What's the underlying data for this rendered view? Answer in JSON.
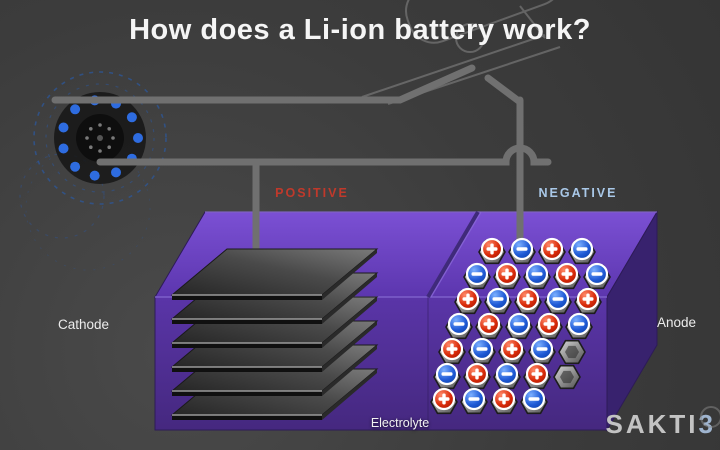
{
  "title": "How does a Li-ion battery work?",
  "terminals": {
    "positive": "POSITIVE",
    "negative": "NEGATIVE"
  },
  "components": {
    "cathode": "Cathode",
    "anode": "Anode",
    "electrolyte": "Electrolyte"
  },
  "logo": {
    "main": "SAKTI",
    "accent": "3"
  },
  "icons": {
    "plus_icon": "+",
    "minus_icon": "−",
    "motor_icon": "circular device with ring of blue LEDs",
    "device_sketch": "faint outline of powered device",
    "hexagon_icon": "graphite hexagon cell"
  },
  "colors": {
    "background": "#3c3c3c",
    "title_text": "#f5f5f5",
    "positive_label": "#c0392b",
    "negative_label": "#a9c8e8",
    "electrolyte_purple": "#5a35a8",
    "wire_gray": "#707070",
    "plus_red": "#c21d00",
    "minus_blue": "#1c54c8",
    "plate_gray": "#4a4a4a",
    "led_blue": "#2e6ce0",
    "logo_gray": "#c3c3c3"
  }
}
